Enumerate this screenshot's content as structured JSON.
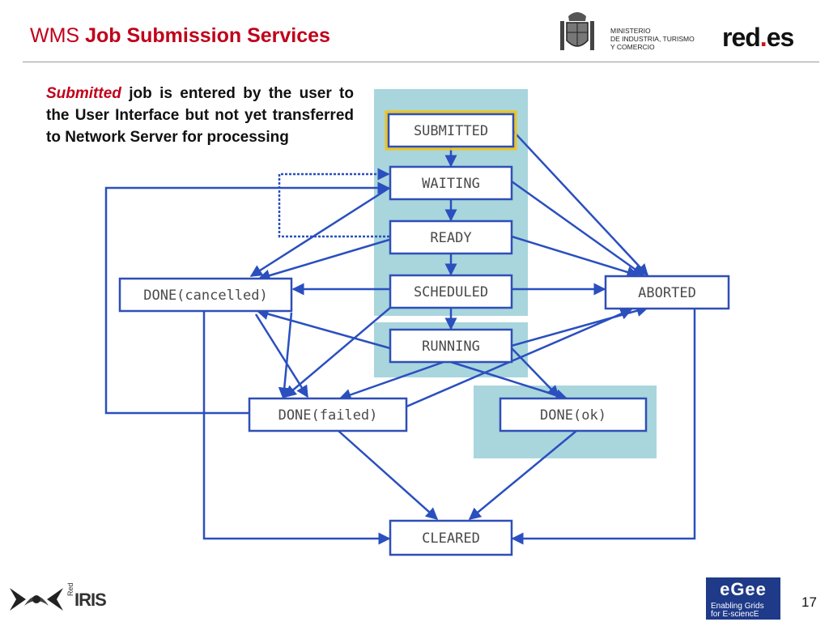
{
  "header": {
    "title_plain": "WMS",
    "title_bold": "Job Submission Services",
    "ministry_lines": [
      "MINISTERIO",
      "DE INDUSTRIA, TURISMO",
      "Y COMERCIO"
    ],
    "brand_main": "red",
    "brand_dot": ".",
    "brand_suffix": "es"
  },
  "description": {
    "keyword": "Submitted",
    "text": "job is entered by the user to the User Interface but not yet transferred to Network Server for processing"
  },
  "diagram": {
    "states": {
      "submitted": "SUBMITTED",
      "waiting": "WAITING",
      "ready": "READY",
      "scheduled": "SCHEDULED",
      "running": "RUNNING",
      "done_cancelled": "DONE(cancelled)",
      "aborted": "ABORTED",
      "done_failed": "DONE(failed)",
      "done_ok": "DONE(ok)",
      "cleared": "CLEARED"
    },
    "colors": {
      "state_border": "#2f4fb6",
      "arrow": "#2a4fbf",
      "group_background": "#a9d5dd",
      "highlight_border": "#f2c418"
    },
    "highlighted_state": "submitted"
  },
  "footer": {
    "rediris_small": "Red",
    "rediris_label": "IRIS",
    "egee_logo": "eGee",
    "egee_line1": "Enabling Grids",
    "egee_line2": "for E-sciencE",
    "page_number": "17"
  }
}
